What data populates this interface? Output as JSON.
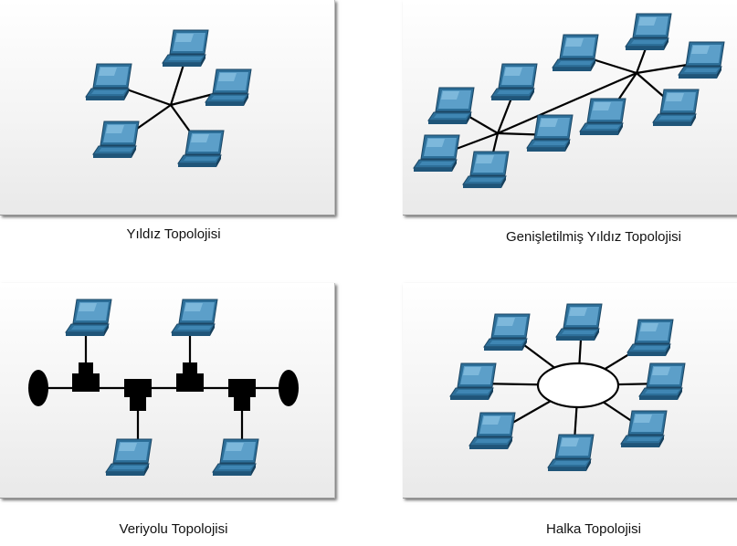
{
  "panels": [
    {
      "id": "star",
      "caption": "Yıldız Topolojisi"
    },
    {
      "id": "extended-star",
      "caption": "Genişletilmiş Yıldız Topolojisi"
    },
    {
      "id": "bus",
      "caption": "Veriyolu Topolojisi"
    },
    {
      "id": "ring",
      "caption": "Halka Topolojisi"
    }
  ],
  "icons": {
    "node": "laptop-icon",
    "hub": "switch-icon",
    "terminator": "terminator-icon",
    "ring": "ring-icon"
  },
  "colors": {
    "laptop_screen": "#5c9fc9",
    "laptop_body": "#2d6f99",
    "laptop_outline": "#1b4664",
    "line": "#000000"
  }
}
